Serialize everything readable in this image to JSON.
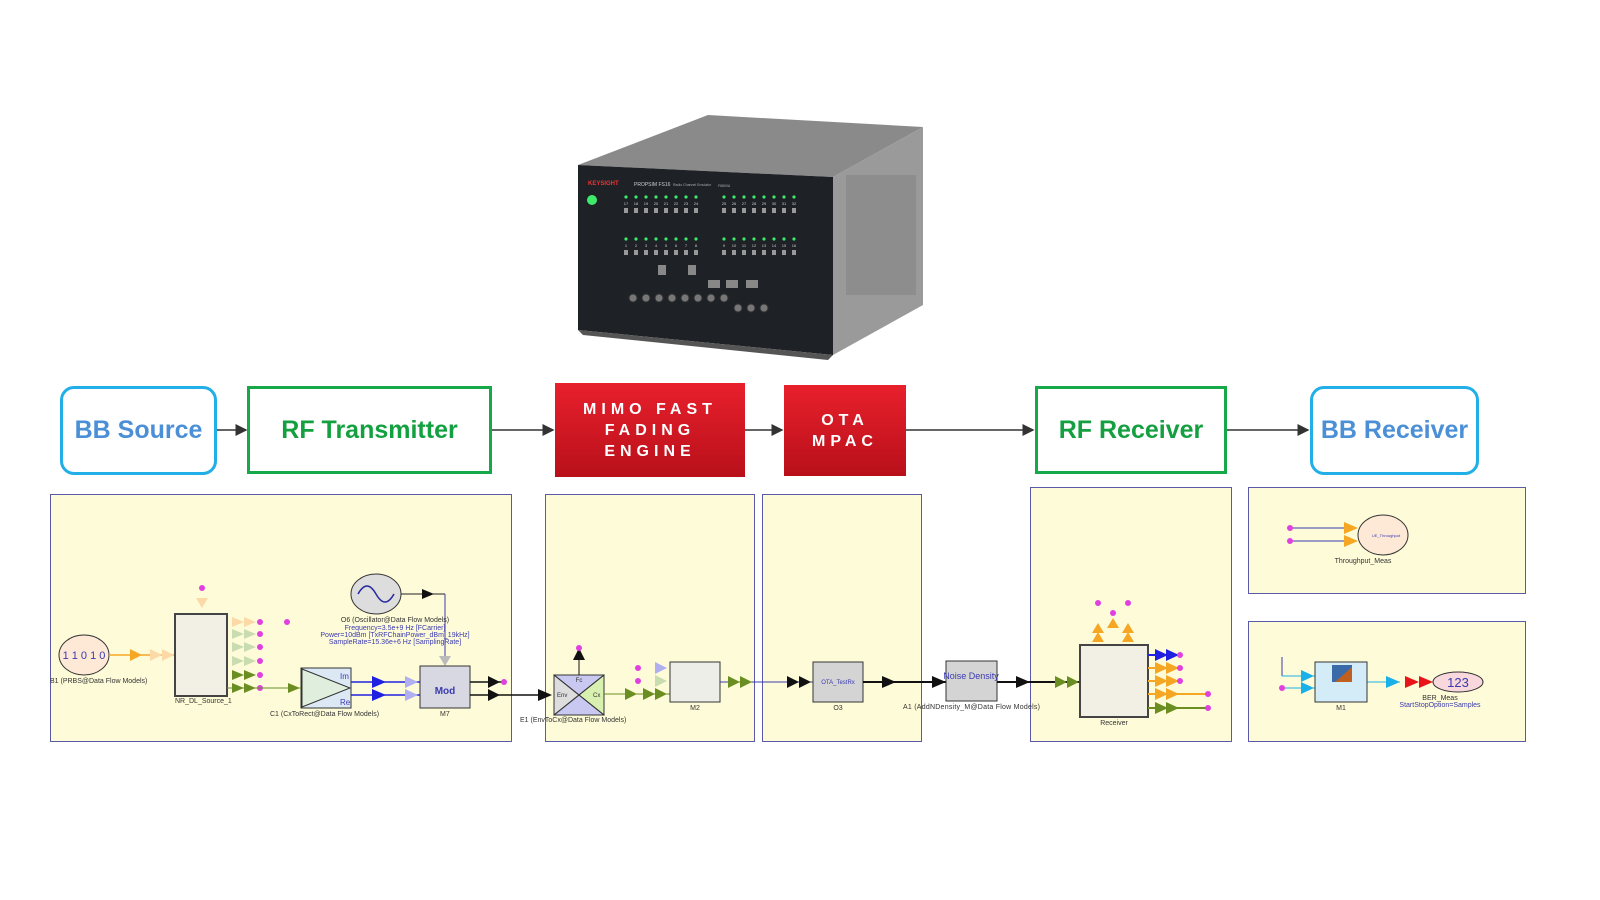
{
  "device": {
    "brand": "KEYSIGHT",
    "model": "PROPSIM FS16",
    "description": "Radio Channel Emulator",
    "part": "F8800A",
    "port_numbers_top": [
      "17",
      "18",
      "19",
      "20",
      "21",
      "22",
      "23",
      "24",
      "25",
      "26",
      "27",
      "28",
      "29",
      "30",
      "31",
      "32"
    ],
    "port_numbers_bottom": [
      "1",
      "2",
      "3",
      "4",
      "5",
      "6",
      "7",
      "8",
      "9",
      "10",
      "11",
      "12",
      "13",
      "14",
      "15",
      "16"
    ]
  },
  "flow": {
    "blocks": [
      {
        "id": "bb-source",
        "label": "BB Source"
      },
      {
        "id": "rf-transmitter",
        "label": "RF Transmitter"
      },
      {
        "id": "mimo",
        "label": "MIMO FAST FADING ENGINE"
      },
      {
        "id": "ota",
        "label": "OTA MPAC"
      },
      {
        "id": "rf-receiver",
        "label": "RF Receiver"
      },
      {
        "id": "bb-receiver",
        "label": "BB Receiver"
      }
    ]
  },
  "schematic": {
    "prbs_value": "1 1 0 1 0",
    "prbs_label": "B1 (PRBS@Data Flow Models)",
    "source_label": "NR_DL_Source_1",
    "osc_label": "O6 (Oscillator@Data Flow Models)",
    "osc_freq": "Frequency=3.5e+9 Hz [FCarrier]",
    "osc_power": "Power=10dBm [TxRFChainPower_dBm_19kHz]",
    "osc_rate": "SampleRate=15.36e+6 Hz [SamplingRate]",
    "cx_label": "C1 (CxToRect@Data Flow Models)",
    "cx_im": "Im",
    "cx_re": "Re",
    "mod_text": "Mod",
    "mod_label": "M7",
    "env_label": "E1 (EnvToCx@Data Flow Models)",
    "env_fc": "Fc",
    "env_env": "Env",
    "env_cx": "Cx",
    "m2_label": "M2",
    "ota_block": "OTA_TestRx",
    "ota_label": "O3",
    "noise_text": "Noise Density",
    "noise_label": "A1 (AddNDensity_M@Data Flow Models)",
    "receiver_label": "Receiver",
    "throughput_label": "Throughput_Meas",
    "throughput_inner": "UE_Throughput",
    "ber_value": "123",
    "ber_label": "BER_Meas",
    "ber_option": "StartStopOption=Samples",
    "m1_label": "M1"
  },
  "colors": {
    "bb_border": "#22aee6",
    "rf_border": "#17a84a",
    "red_block": "#d4141f",
    "panel_bg": "#fefcd8",
    "panel_border": "#5a5aa8"
  }
}
